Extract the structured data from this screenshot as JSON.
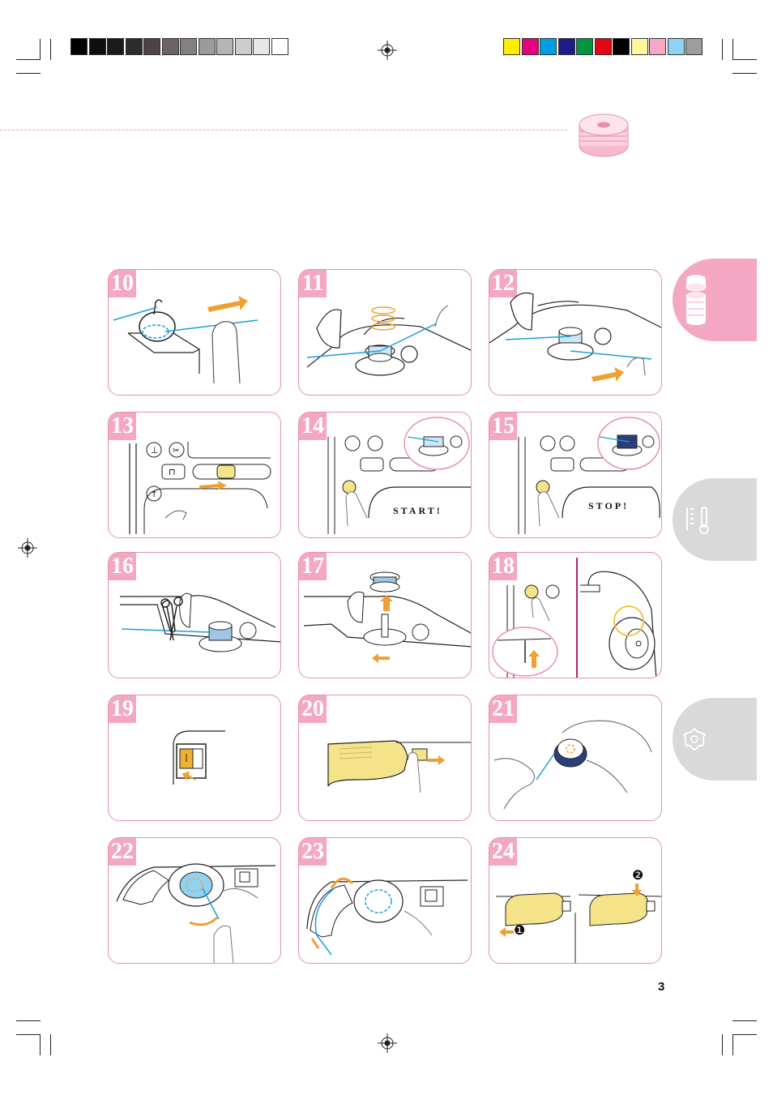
{
  "colors": {
    "accent_pink": "#f4a7c2",
    "panel_border": "#e58fb0",
    "thread_blue": "#1aa0d8",
    "arrow_orange": "#f0a030",
    "tab_gray": "#d9d9d9"
  },
  "gray_bar": [
    "#000000",
    "#0f0f0f",
    "#1e1a1a",
    "#302b2b",
    "#4a4444",
    "#6a6464",
    "#858080",
    "#9e9a9a",
    "#b8b4b4",
    "#d0cccc",
    "#e8e6e6",
    "#ffffff"
  ],
  "color_bar": [
    "#ffed00",
    "#e6007e",
    "#009fe3",
    "#1d1d8a",
    "#009640",
    "#e30613",
    "#000000",
    "#fff799",
    "#f6a8c6",
    "#8fd3f4",
    "#9d9d9c"
  ],
  "steps": [
    {
      "num": "10"
    },
    {
      "num": "11"
    },
    {
      "num": "12"
    },
    {
      "num": "13"
    },
    {
      "num": "14",
      "button_text": "START!"
    },
    {
      "num": "15",
      "button_text": "STOP!"
    },
    {
      "num": "16"
    },
    {
      "num": "17"
    },
    {
      "num": "18"
    },
    {
      "num": "19"
    },
    {
      "num": "20"
    },
    {
      "num": "21"
    },
    {
      "num": "22"
    },
    {
      "num": "23"
    },
    {
      "num": "24",
      "markers": [
        "❷",
        "❶"
      ]
    }
  ],
  "side_tabs": [
    {
      "icon": "thread-spool-icon",
      "color": "#f4a7c2"
    },
    {
      "icon": "stitch-thermometer-icon",
      "color": "#d9d9d9"
    },
    {
      "icon": "embroidery-flower-icon",
      "color": "#d9d9d9"
    }
  ],
  "page_number": "3"
}
